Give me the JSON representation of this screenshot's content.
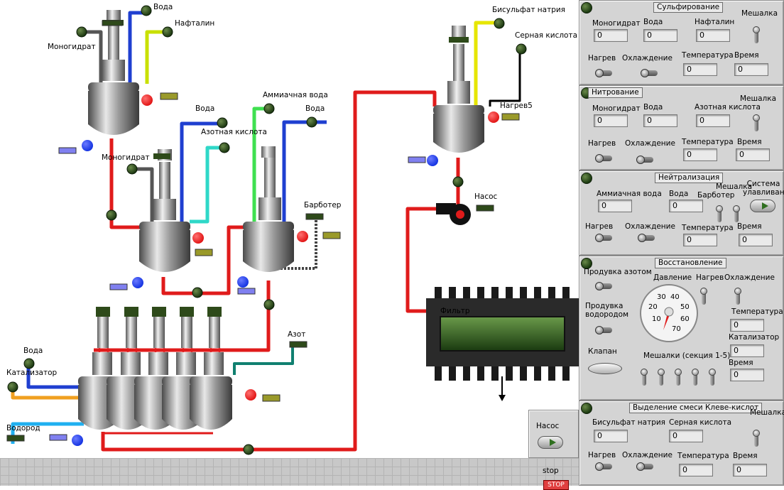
{
  "plant": {
    "labels": {
      "voda_1": "Вода",
      "naftalin": "Нафталин",
      "monogidrat_1": "Моногидрат",
      "voda_2": "Вода",
      "azotnaya_kislota": "Азотная кислота",
      "monogidrat_2": "Моногидрат",
      "ammiachnaya_voda": "Аммиачная вода",
      "voda_3": "Вода",
      "barboter": "Барботер",
      "azot": "Азот",
      "voda_4": "Вода",
      "katalizator": "Катализатор",
      "vodorod": "Водород",
      "bisulfat_natriya": "Бисульфат натрия",
      "sernaya_kislota": "Серная кислота",
      "nagrev5": "Нагрев5",
      "nasos": "Насос",
      "filtr": "Фильтр"
    },
    "pump_box_label": "Насос",
    "stop_label": "stop",
    "stop_button": "STOP"
  },
  "panels": {
    "sulf": {
      "title": "Сульфирование",
      "monogidrat": "Моногидрат",
      "voda": "Вода",
      "naftalin": "Нафталин",
      "meshalka": "Мешалка",
      "nagrev": "Нагрев",
      "ohlazhdenie": "Охлаждение",
      "temperatura": "Температура",
      "vremya": "Время",
      "v_monogidrat": "0",
      "v_voda": "0",
      "v_naftalin": "0",
      "v_temperatura": "0",
      "v_vremya": "0"
    },
    "nitr": {
      "title": "Нитрование",
      "monogidrat": "Моногидрат",
      "voda": "Вода",
      "azotnaya": "Азотная кислота",
      "meshalka": "Мешалка",
      "nagrev": "Нагрев",
      "ohlazhdenie": "Охлаждение",
      "temperatura": "Температура",
      "vremya": "Время",
      "v_monogidrat": "0",
      "v_voda": "0",
      "v_azotnaya": "0",
      "v_temperatura": "0",
      "v_vremya": "0"
    },
    "neut": {
      "title": "Нейтрализация",
      "ammiachnaya": "Аммиачная вода",
      "voda": "Вода",
      "meshalka": "Мешалка",
      "barboter": "Барботер",
      "sistema": "Система улавливания",
      "nagrev": "Нагрев",
      "ohlazhdenie": "Охлаждение",
      "temperatura": "Температура",
      "vremya": "Время",
      "v_ammiachnaya": "0",
      "v_voda": "0",
      "v_temperatura": "0",
      "v_vremya": "0"
    },
    "rest": {
      "title": "Восстановление",
      "produvka_azotom": "Продувка азотом",
      "produvka_vodorodom": "Продувка водородом",
      "davlenie": "Давление",
      "nagrev": "Нагрев",
      "ohlazhdenie": "Охлаждение",
      "temperatura": "Температура",
      "katalizator": "Катализатор",
      "vremya": "Время",
      "klapan": "Клапан",
      "meshalki": "Мешалки (секция 1-5)",
      "v_temperatura": "0",
      "v_katalizator": "0",
      "v_vremya": "0",
      "gauge_ticks": [
        "10",
        "20",
        "30",
        "40",
        "50",
        "60",
        "70"
      ]
    },
    "sep": {
      "title": "Выделение смеси Клеве-кислот",
      "bisulfat": "Бисульфат натрия",
      "sernaya": "Серная кислота",
      "meshalka": "Мешалка",
      "nagrev": "Нагрев",
      "ohlazhdenie": "Охлаждение",
      "temperatura": "Температура",
      "vremya": "Время",
      "v_bisulfat": "0",
      "v_sernaya": "0",
      "v_temperatura": "0",
      "v_vremya": "0"
    }
  },
  "colors": {
    "pipe_red": "#e01b1b",
    "pipe_blue": "#1f3fd0",
    "pipe_yellow": "#e6e600",
    "pipe_green": "#3fe050",
    "pipe_cyan": "#2fd8c8",
    "pipe_teal": "#108070",
    "pipe_orange": "#f0a020",
    "pipe_lightblue": "#20b0f0",
    "pipe_black": "#000000",
    "pipe_gray": "#555555",
    "panel_bg": "#d4d4d4"
  }
}
